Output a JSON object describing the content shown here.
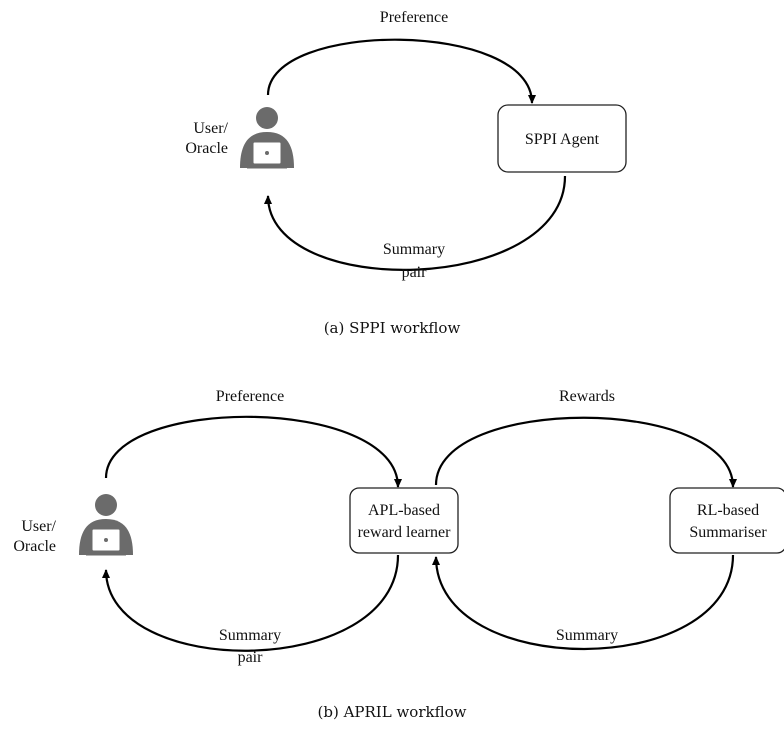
{
  "panel_a": {
    "top_arrow_label": "Preference",
    "bottom_arrow_label_line1": "Summary",
    "bottom_arrow_label_line2": "pair",
    "user_label_line1": "User/",
    "user_label_line2": "Oracle",
    "agent_box_label": "SPPI Agent",
    "caption": "(a) SPPI workflow"
  },
  "panel_b": {
    "left_top_arrow_label": "Preference",
    "right_top_arrow_label": "Rewards",
    "left_bottom_arrow_label_line1": "Summary",
    "left_bottom_arrow_label_line2": "pair",
    "right_bottom_arrow_label": "Summary",
    "user_label_line1": "User/",
    "user_label_line2": "Oracle",
    "learner_box_line1": "APL-based",
    "learner_box_line2": "reward learner",
    "summariser_box_line1": "RL-based",
    "summariser_box_line2": "Summariser",
    "caption": "(b) APRIL workflow"
  }
}
